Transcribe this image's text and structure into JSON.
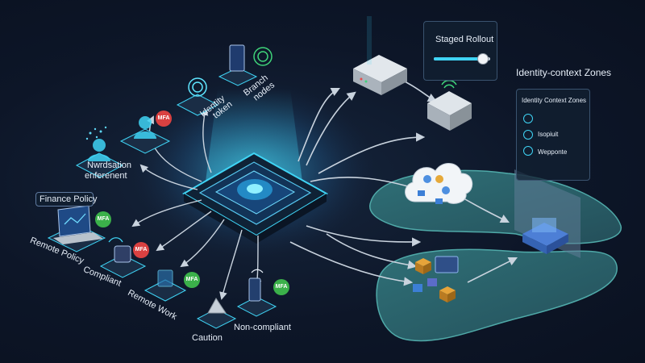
{
  "labels": {
    "finance_policy": "Finance Policy",
    "remote_policy": "Remote Policy",
    "compliant": "Compliant",
    "remote_work": "Remote Work",
    "caution": "Caution",
    "non_compliant": "Non-compliant",
    "nwdsation": "Nwrdsation",
    "enforcement": "enferenent",
    "identity": "Identity",
    "token": "token",
    "branch": "Branch",
    "nodes": "nodes",
    "mfa": "MFA"
  },
  "staged_rollout": {
    "title": "Staged Rollout",
    "slider_value": 0.85
  },
  "identity_zones": {
    "title": "Identity-context Zones",
    "panel_header": "Identity Context Zones",
    "items": [
      "Isopiuit",
      "Wepponte"
    ]
  },
  "colors": {
    "accent_cyan": "#3fd4f5",
    "island_teal": "#2e6b72",
    "mfa_red": "#d94141",
    "mfa_green": "#3bb14a",
    "arrow": "#c9d3de"
  }
}
